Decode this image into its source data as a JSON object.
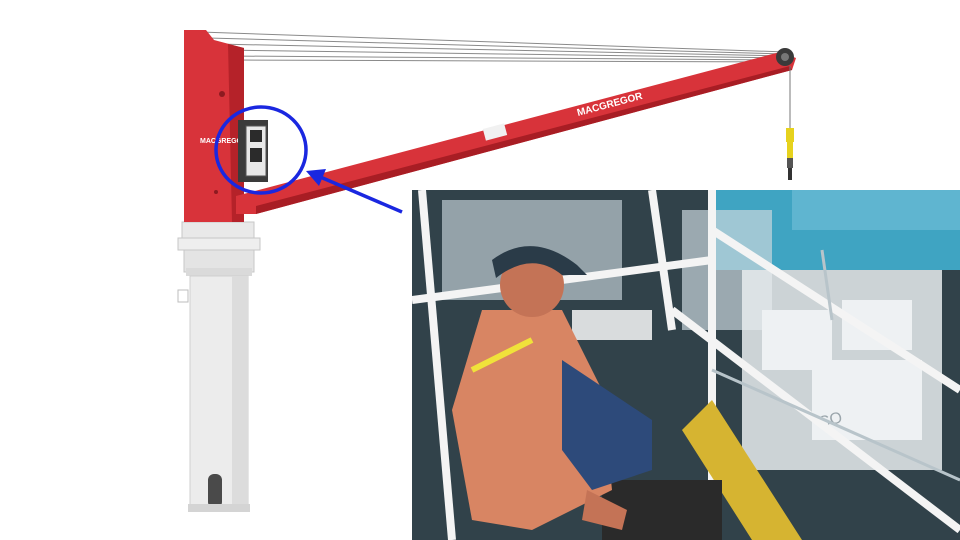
{
  "slide": {
    "background": "#ffffff"
  },
  "crane": {
    "brand_pedestal": "MACGREGOR",
    "brand_boom": "MACGREGOR",
    "body_color": "#d8333a",
    "pedestal_color": "#e6e6e6",
    "highlight_color": "#1a27e0"
  },
  "photo": {
    "subject": "crane operator in cab",
    "container_text": "CO"
  }
}
